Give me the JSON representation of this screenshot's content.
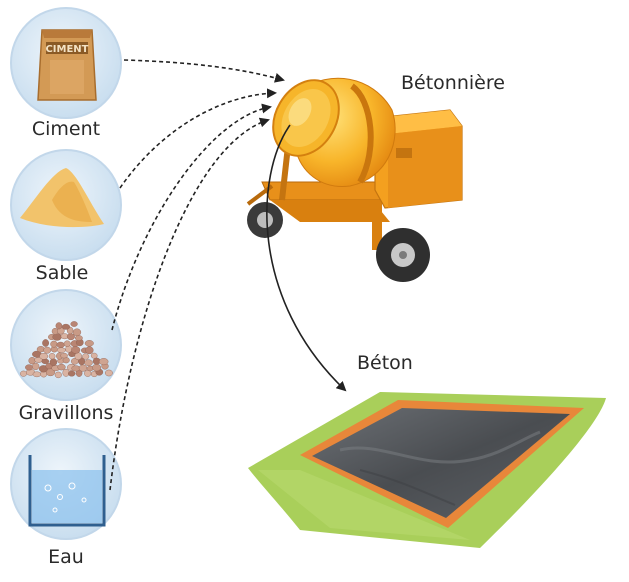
{
  "ingredients": [
    {
      "label": "Ciment",
      "bag_text": "CIMENT"
    },
    {
      "label": "Sable"
    },
    {
      "label": "Gravillons"
    },
    {
      "label": "Eau"
    }
  ],
  "machine": {
    "label": "Bétonnière"
  },
  "product": {
    "label": "Béton"
  },
  "colors": {
    "circle_fill": "#dbe9f5",
    "circle_edge": "#b9d2e8",
    "mixer_orange": "#f29a1c",
    "drum_yellow": "#fbc531",
    "grass_green": "#a9cf5a",
    "concrete_gray": "#55585c",
    "border_orange": "#e8873a",
    "arrow": "#222222"
  }
}
